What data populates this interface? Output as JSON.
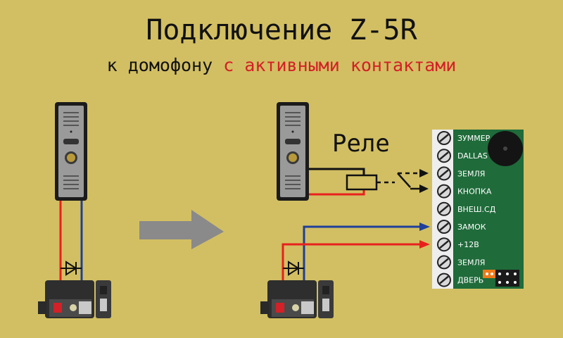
{
  "header": {
    "title": "Подключение Z-5R",
    "subtitle_prefix": "к домофону ",
    "subtitle_accent": "с активными контактами"
  },
  "relay": {
    "label": "Реле"
  },
  "controller": {
    "terminals": [
      "ЗУММЕР",
      "DALLAS",
      "ЗЕМЛЯ",
      "КНОПКА",
      "ВНЕШ.СД",
      "ЗАМОК",
      "+12В",
      "ЗЕМЛЯ",
      "ДВЕРЬ"
    ]
  },
  "colors": {
    "background": "#d2bf63",
    "board": "#1f6b3a",
    "wire_red": "#e8201c",
    "wire_blue": "#1f3f9a",
    "accent_text": "#d42027",
    "arrow": "#8a8a8a"
  },
  "icons": [
    "intercom-panel-icon",
    "electromechanical-lock-icon",
    "diode-icon",
    "buzzer-icon",
    "jumper-icon",
    "arrow-right-icon"
  ]
}
